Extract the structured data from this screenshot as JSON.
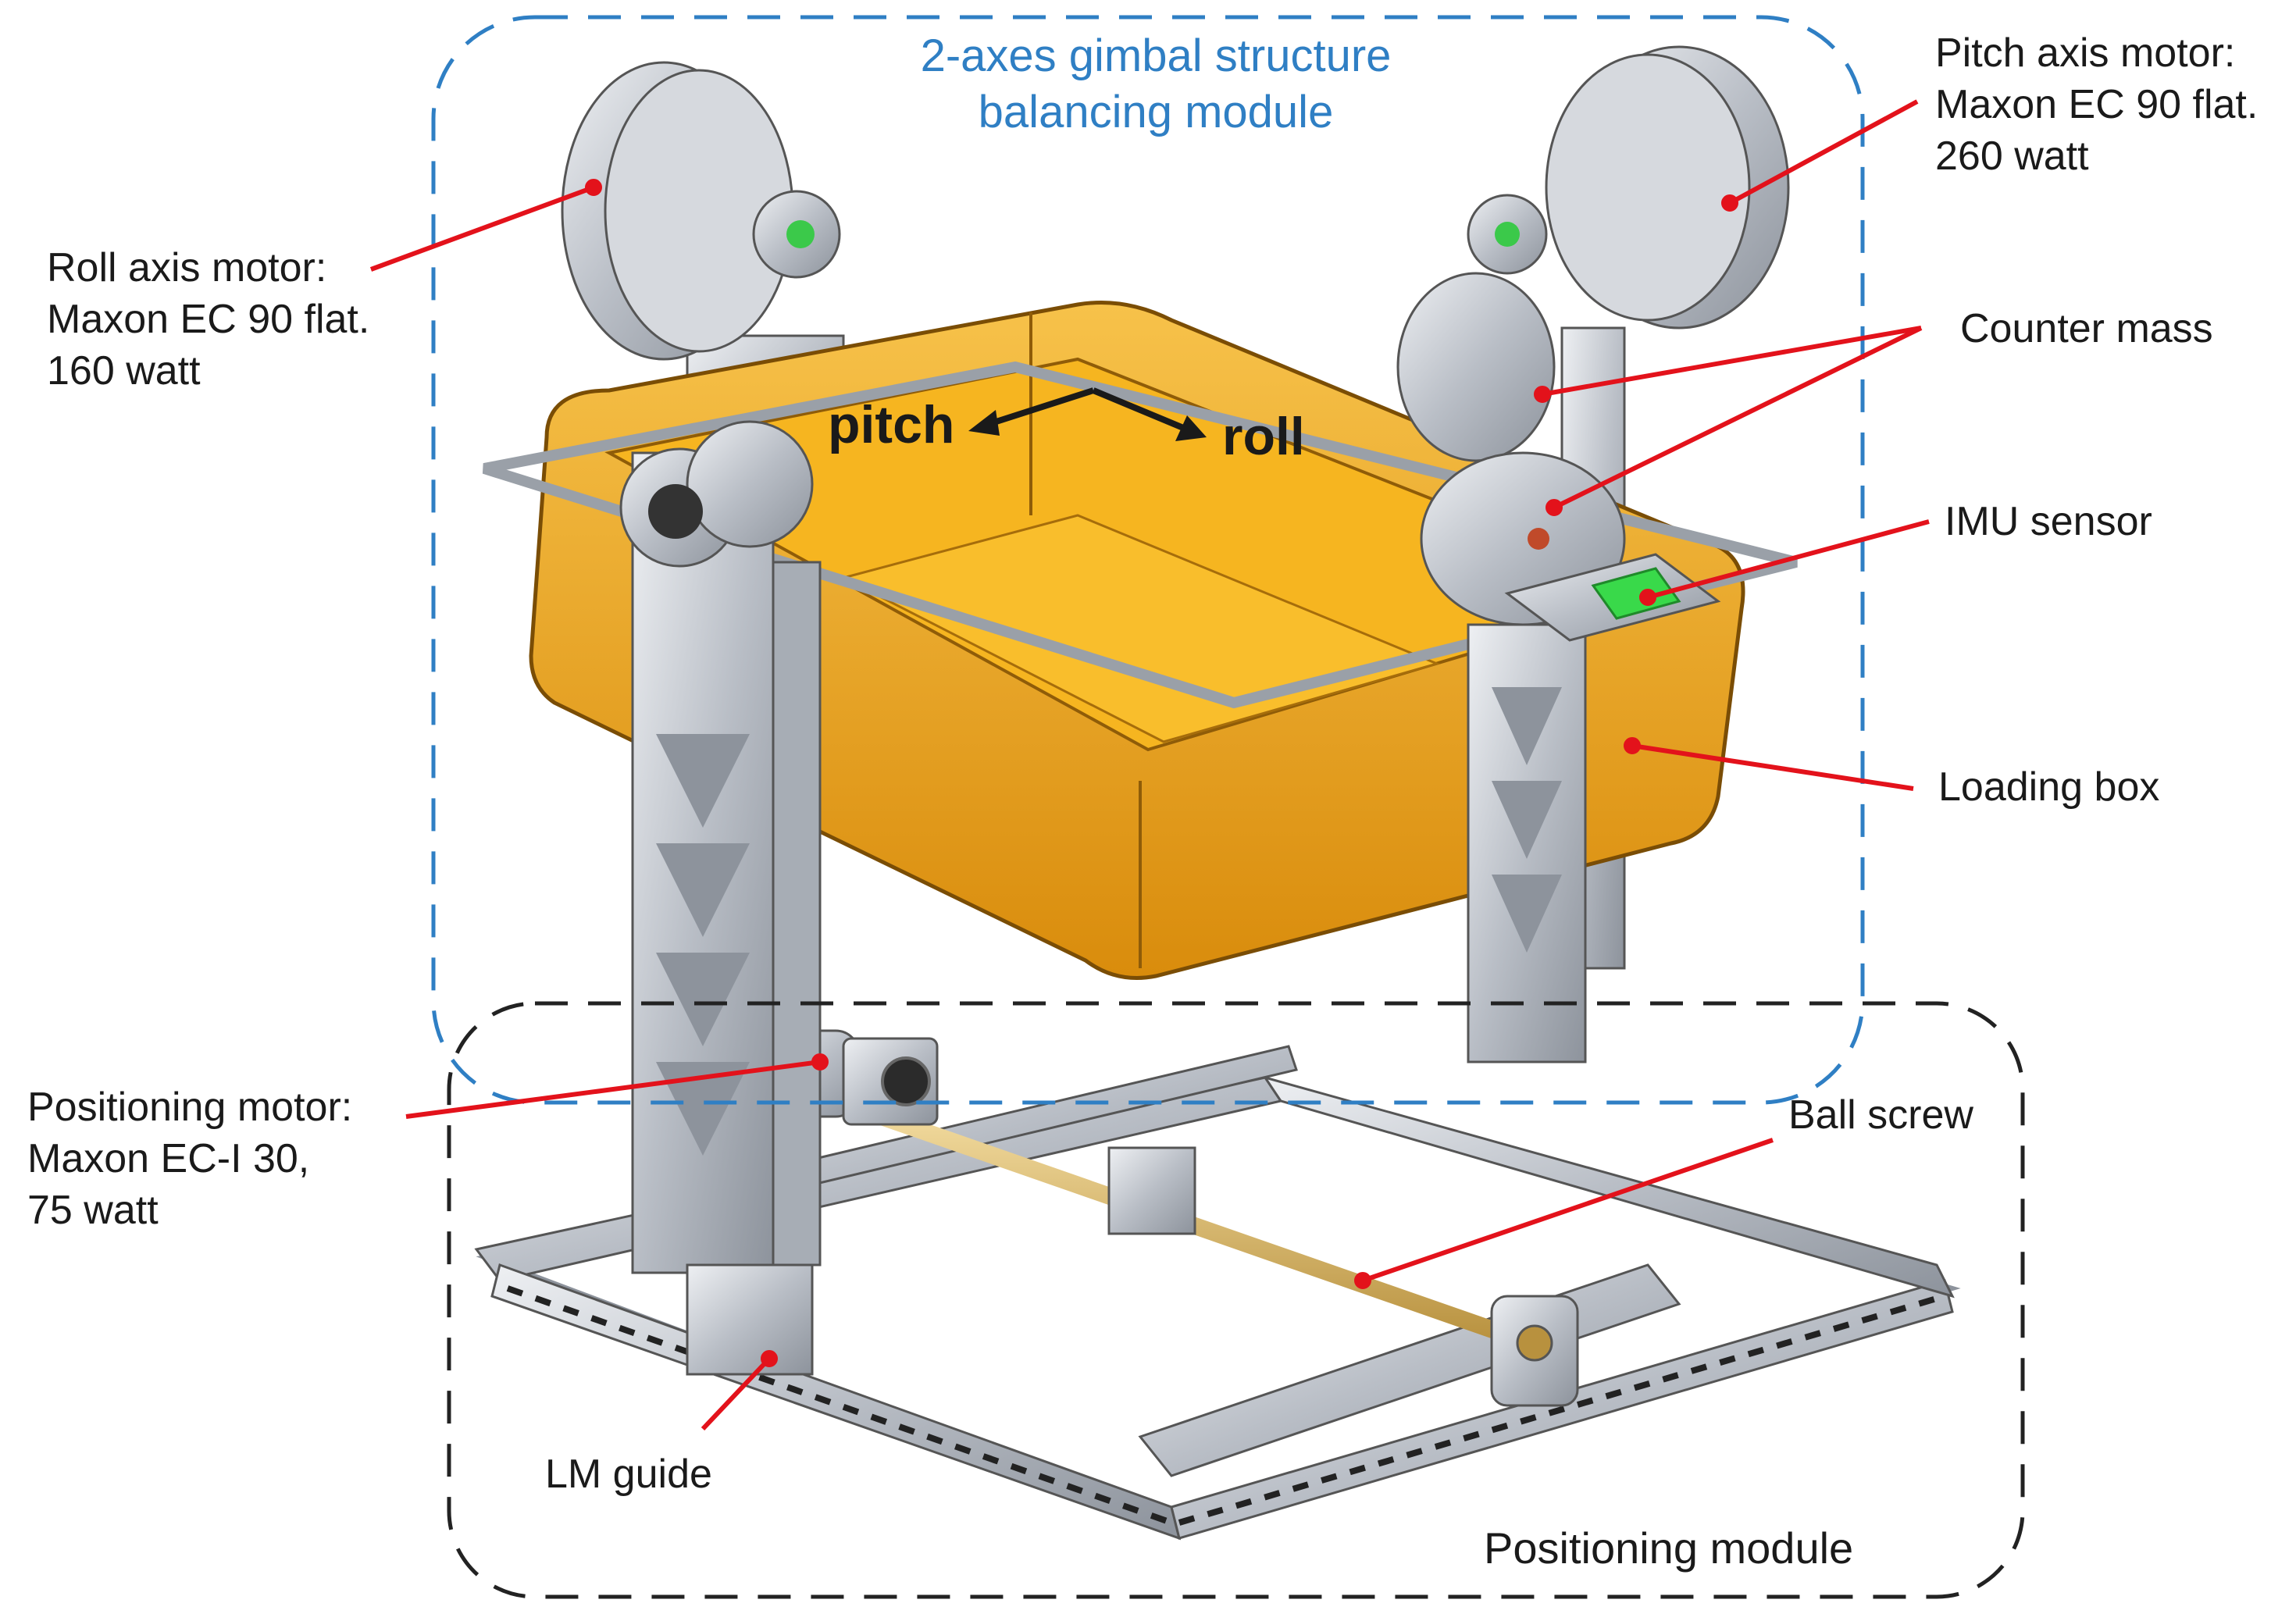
{
  "regions": {
    "gimbal": {
      "title_line1": "2-axes gimbal structure",
      "title_line2": "balancing module",
      "color": "#2f7fc4"
    },
    "positioning": {
      "title": "Positioning module",
      "color": "#222222"
    }
  },
  "arrows": {
    "pitch": "pitch",
    "roll": "roll"
  },
  "labels": {
    "roll_motor": [
      "Roll axis motor:",
      "Maxon EC 90 flat.",
      "160 watt"
    ],
    "pitch_motor": [
      "Pitch axis motor:",
      "Maxon EC 90 flat.",
      "260 watt"
    ],
    "counter_mass": "Counter mass",
    "imu_sensor": "IMU sensor",
    "loading_box": "Loading box",
    "positioning_motor": [
      "Positioning motor:",
      "Maxon EC-I 30,",
      "75 watt"
    ],
    "ball_screw": "Ball screw",
    "lm_guide": "LM guide"
  },
  "colors": {
    "leader": "#e3121b",
    "box": "#f2a81c",
    "frame": "#c9ccd1",
    "imu": "#39d94a"
  }
}
